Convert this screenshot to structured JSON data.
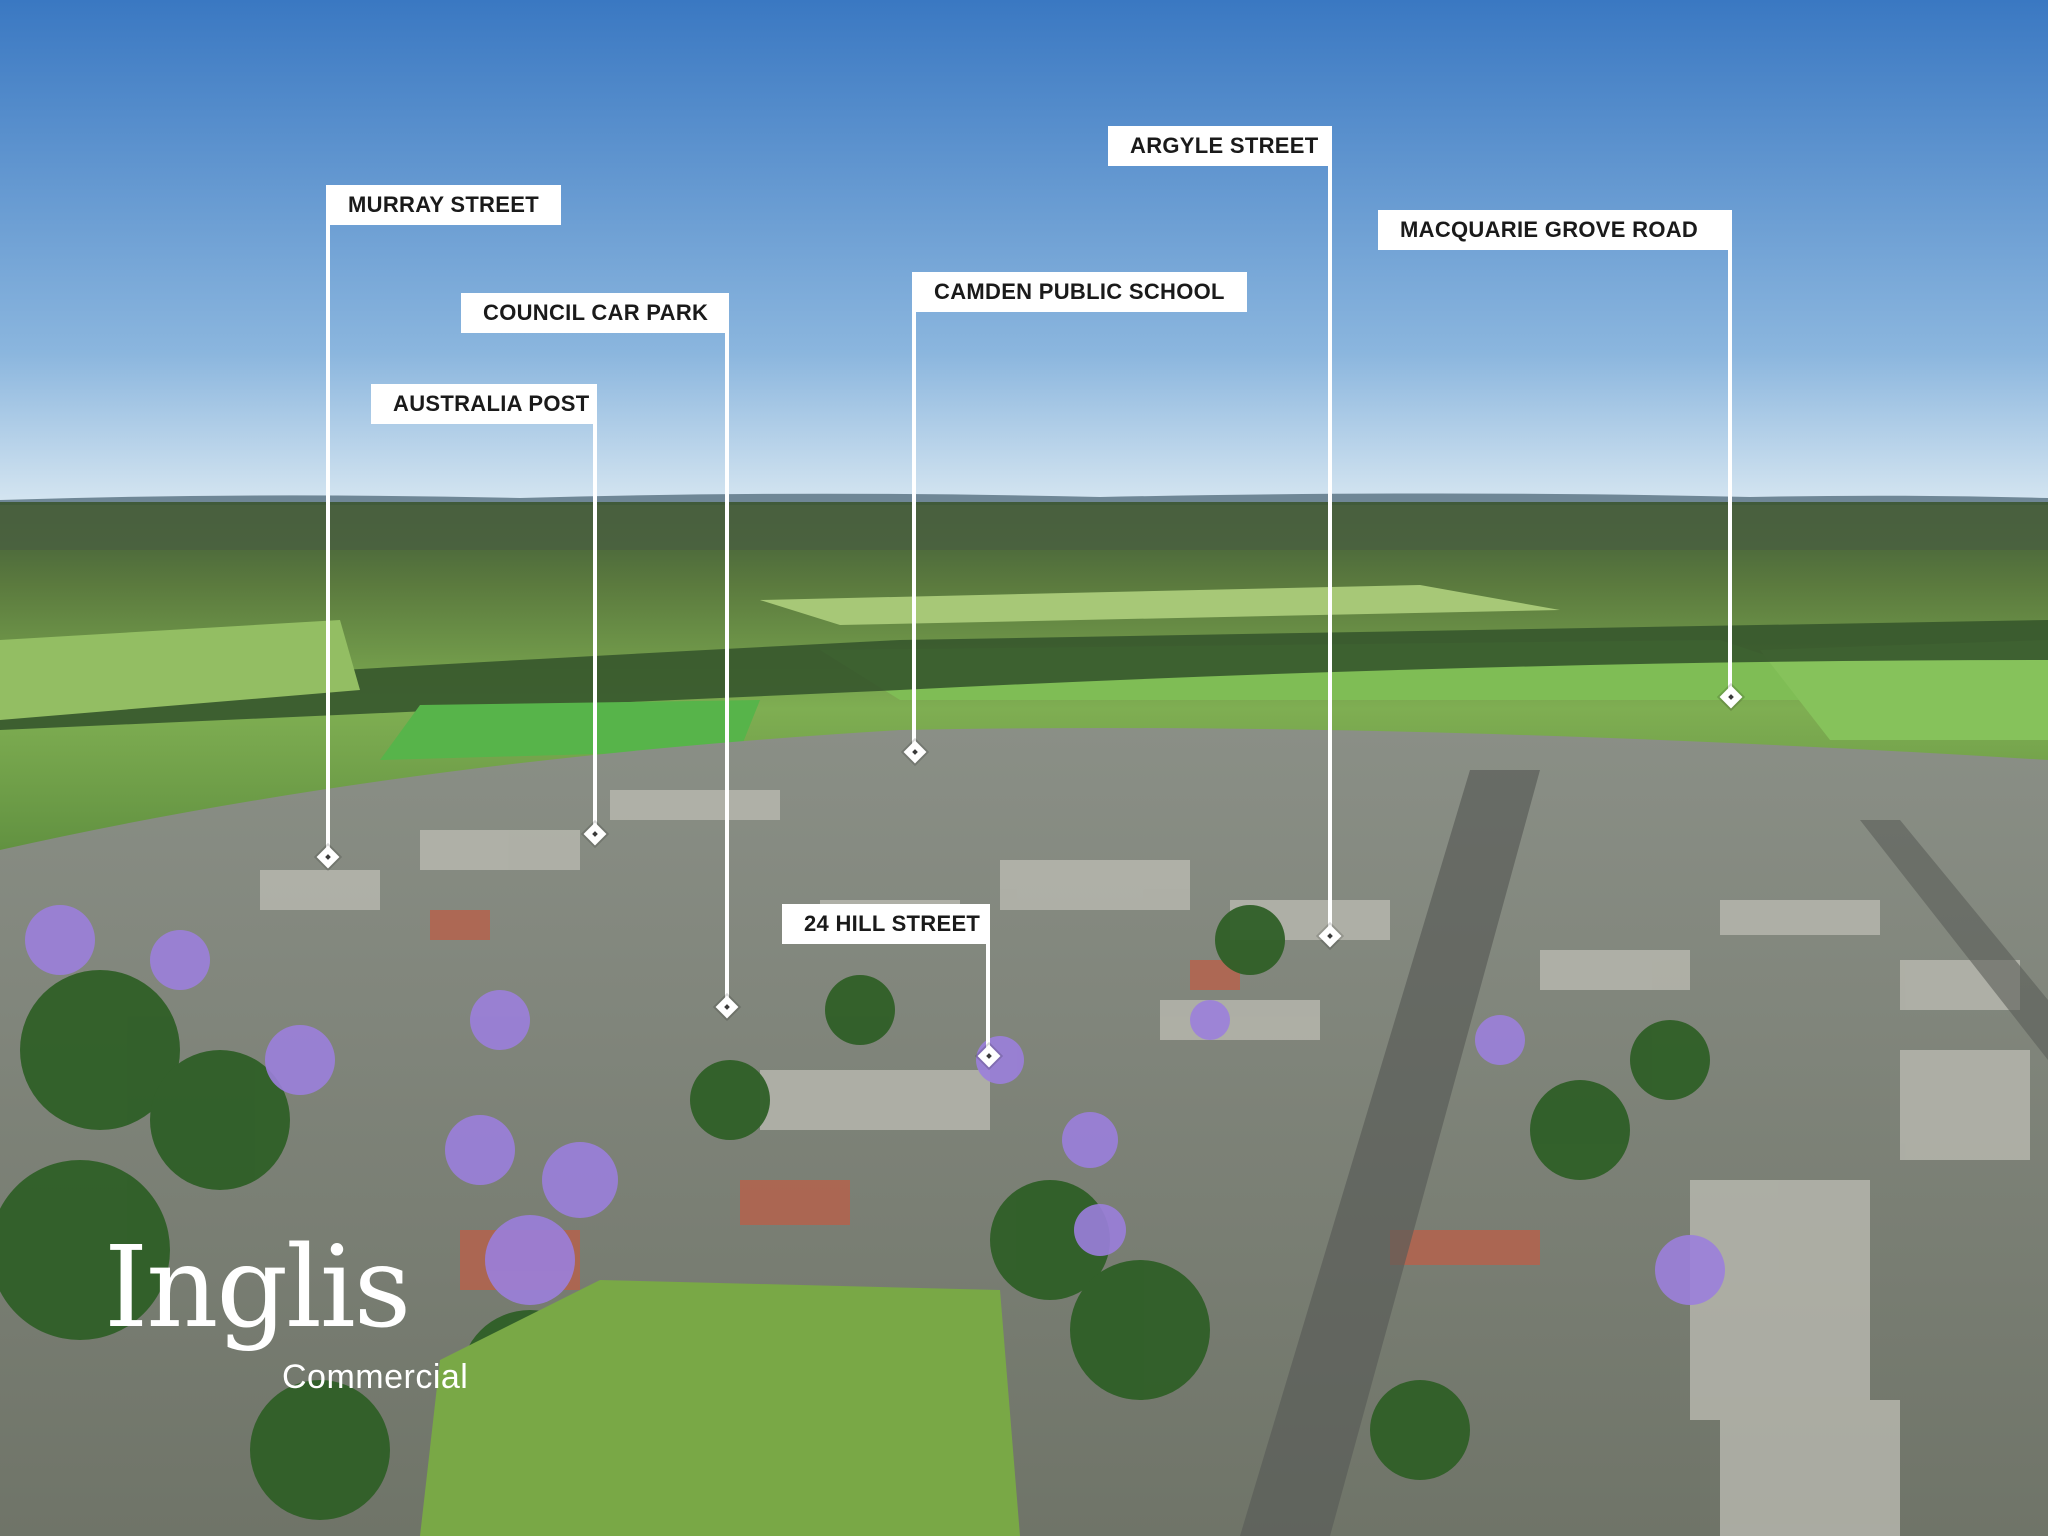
{
  "image": {
    "kind": "aerial-photograph",
    "scene": "town"
  },
  "colors": {
    "label_bg": "#ffffff",
    "label_text": "#1a1a1a",
    "sky_top": "#3f7fc6",
    "sky_bottom": "#cfe2f0",
    "grass": "#78b84e",
    "jacaranda": "#9b7fdc"
  },
  "callouts": [
    {
      "id": "murray-street",
      "text": "MURRAY STREET"
    },
    {
      "id": "council-car-park",
      "text": "COUNCIL CAR PARK"
    },
    {
      "id": "australia-post",
      "text": "AUSTRALIA POST"
    },
    {
      "id": "camden-public-school",
      "text": "CAMDEN PUBLIC SCHOOL"
    },
    {
      "id": "argyle-street",
      "text": "ARGYLE STREET"
    },
    {
      "id": "macquarie-grove-road",
      "text": "MACQUARIE GROVE ROAD"
    },
    {
      "id": "hill-street",
      "text": "24 HILL STREET"
    }
  ],
  "logo": {
    "brand": "Inglis",
    "sub": "Commercial"
  }
}
